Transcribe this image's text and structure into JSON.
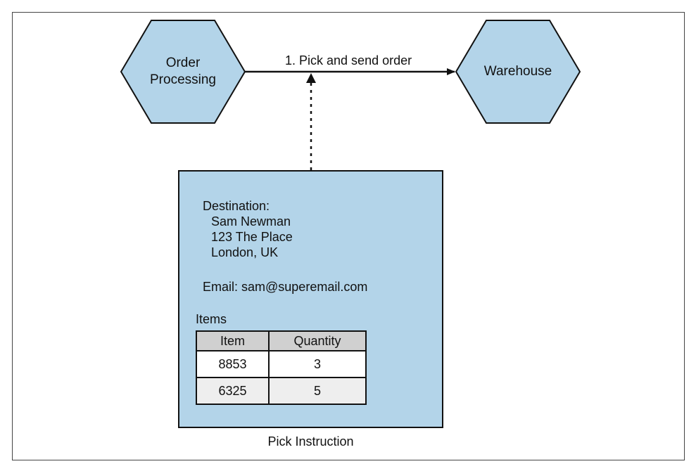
{
  "nodes": {
    "order_processing": "Order\nProcessing",
    "warehouse": "Warehouse"
  },
  "edge": {
    "label": "1. Pick and send order"
  },
  "pick_instruction": {
    "caption": "Pick Instruction",
    "destination_label": "Destination:",
    "name": "Sam Newman",
    "street": "123 The Place",
    "city": "London, UK",
    "email_line": "Email: sam@superemail.com",
    "items_title": "Items",
    "columns": [
      "Item",
      "Quantity"
    ],
    "rows": [
      {
        "item": "8853",
        "quantity": "3"
      },
      {
        "item": "6325",
        "quantity": "5"
      }
    ]
  },
  "colors": {
    "node_fill": "#b3d4e9",
    "border": "#111111",
    "table_header": "#d0d0d0"
  }
}
